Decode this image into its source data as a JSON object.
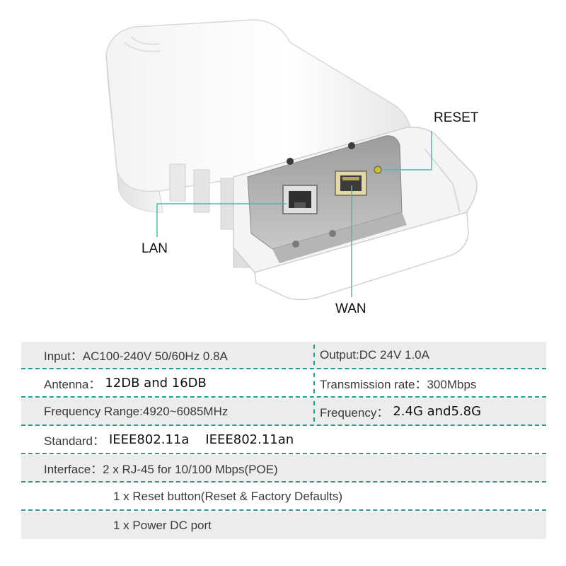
{
  "callouts": {
    "reset": "RESET",
    "lan": "LAN",
    "wan": "WAN"
  },
  "specs": {
    "row1": {
      "left": "Input：AC100-240V  50/60Hz  0.8A",
      "right": "Output:DC 24V  1.0A"
    },
    "row2": {
      "left_label": "Antenna：",
      "left_value": "12DB and 16DB",
      "right": "Transmission rate：300Mbps"
    },
    "row3": {
      "left": "Frequency Range:4920~6085MHz",
      "right_label": "Frequency：",
      "right_value": "2.4G and5.8G"
    },
    "row4": {
      "label": "Standard：",
      "value": "IEEE802.11a    IEEE802.11an"
    },
    "row5": "Interface：2 x RJ-45 for 10/100 Mbps(POE)",
    "row6": "1 x Reset button(Reset & Factory Defaults)",
    "row7": "1 x Power DC port"
  },
  "colors": {
    "accent": "#2b9a8e",
    "row_shade": "#ececec"
  }
}
